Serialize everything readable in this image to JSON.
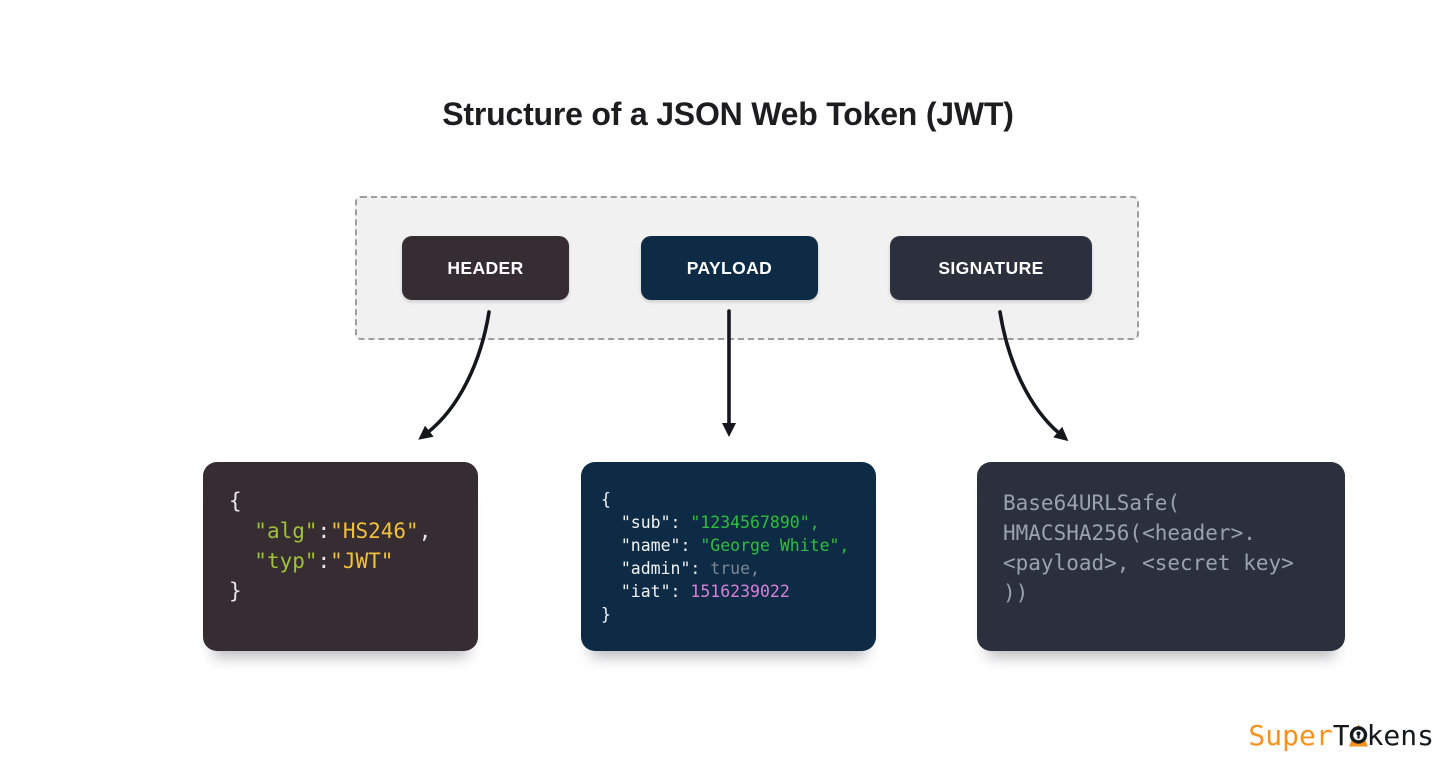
{
  "title": "Structure of a JSON Web Token (JWT)",
  "colors": {
    "header_bg": "#362d32",
    "payload_bg": "#0e2b45",
    "signature_bg": "#2b303c",
    "panel_bg": "#f1f1f2",
    "header_key": "#9fc23a",
    "header_value": "#f1c13e",
    "payload_string": "#2fbe3d",
    "payload_number": "#da7fd8",
    "payload_boolean": "#7e8794",
    "signature_text": "#9aa2b0",
    "logo_orange": "#f6921e"
  },
  "token_parts": [
    {
      "id": "header",
      "label": "HEADER"
    },
    {
      "id": "payload",
      "label": "PAYLOAD"
    },
    {
      "id": "signature",
      "label": "SIGNATURE"
    }
  ],
  "code_blocks": {
    "header": {
      "lines": [
        [
          [
            "punct",
            "{"
          ]
        ],
        [
          [
            "punct",
            "  "
          ],
          [
            "key",
            "\"alg\""
          ],
          [
            "punct",
            ":"
          ],
          [
            "str",
            "\"HS246\""
          ],
          [
            "punct",
            ","
          ]
        ],
        [
          [
            "punct",
            "  "
          ],
          [
            "key",
            "\"typ\""
          ],
          [
            "punct",
            ":"
          ],
          [
            "str",
            "\"JWT\""
          ]
        ],
        [
          [
            "punct",
            "}"
          ]
        ]
      ]
    },
    "payload": {
      "lines": [
        [
          [
            "punct",
            "{"
          ]
        ],
        [
          [
            "punct",
            "  "
          ],
          [
            "key",
            "\"sub\""
          ],
          [
            "punct",
            ": "
          ],
          [
            "str",
            "\"1234567890\","
          ]
        ],
        [
          [
            "punct",
            "  "
          ],
          [
            "key",
            "\"name\""
          ],
          [
            "punct",
            ": "
          ],
          [
            "str",
            "\"George White\","
          ]
        ],
        [
          [
            "punct",
            "  "
          ],
          [
            "key",
            "\"admin\""
          ],
          [
            "punct",
            ": "
          ],
          [
            "bool",
            "true,"
          ]
        ],
        [
          [
            "punct",
            "  "
          ],
          [
            "key",
            "\"iat\""
          ],
          [
            "punct",
            ": "
          ],
          [
            "num",
            "1516239022"
          ]
        ],
        [
          [
            "punct",
            "}"
          ]
        ]
      ]
    },
    "signature": {
      "lines": [
        [
          [
            "plain",
            "Base64URLSafe("
          ]
        ],
        [
          [
            "plain",
            "HMACSHA256(<header>."
          ]
        ],
        [
          [
            "plain",
            "<payload>, <secret key>"
          ]
        ],
        [
          [
            "plain",
            "))"
          ]
        ]
      ]
    }
  },
  "logo": {
    "prefix": "Super",
    "t": "T",
    "suffix": "kens"
  }
}
